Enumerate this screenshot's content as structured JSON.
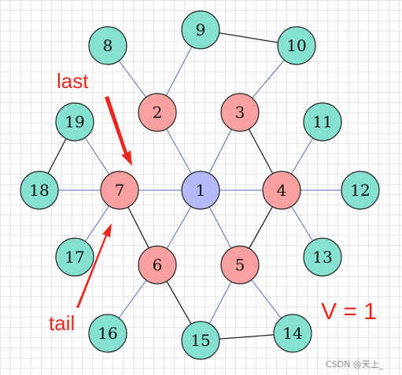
{
  "colors": {
    "teal": "#85e0cf",
    "pink": "#f9a0a0",
    "blue": "#b3baf7",
    "edge_blue": "#5c6bb5",
    "edge_black": "#222222",
    "node_stroke": "#222222",
    "annotation_red": "#e8281e"
  },
  "nodes": [
    {
      "id": "1",
      "label": "1",
      "color": "blue"
    },
    {
      "id": "2",
      "label": "2",
      "color": "pink"
    },
    {
      "id": "3",
      "label": "3",
      "color": "pink"
    },
    {
      "id": "4",
      "label": "4",
      "color": "pink"
    },
    {
      "id": "5",
      "label": "5",
      "color": "pink"
    },
    {
      "id": "6",
      "label": "6",
      "color": "pink"
    },
    {
      "id": "7",
      "label": "7",
      "color": "pink"
    },
    {
      "id": "8",
      "label": "8",
      "color": "teal"
    },
    {
      "id": "9",
      "label": "9",
      "color": "teal"
    },
    {
      "id": "10",
      "label": "10",
      "color": "teal"
    },
    {
      "id": "11",
      "label": "11",
      "color": "teal"
    },
    {
      "id": "12",
      "label": "12",
      "color": "teal"
    },
    {
      "id": "13",
      "label": "13",
      "color": "teal"
    },
    {
      "id": "14",
      "label": "14",
      "color": "teal"
    },
    {
      "id": "15",
      "label": "15",
      "color": "teal"
    },
    {
      "id": "16",
      "label": "16",
      "color": "teal"
    },
    {
      "id": "17",
      "label": "17",
      "color": "teal"
    },
    {
      "id": "18",
      "label": "18",
      "color": "teal"
    },
    {
      "id": "19",
      "label": "19",
      "color": "teal"
    }
  ],
  "edges": [
    {
      "from": "1",
      "to": "2",
      "color": "edge_blue"
    },
    {
      "from": "1",
      "to": "3",
      "color": "edge_blue"
    },
    {
      "from": "1",
      "to": "4",
      "color": "edge_blue"
    },
    {
      "from": "1",
      "to": "5",
      "color": "edge_blue"
    },
    {
      "from": "1",
      "to": "6",
      "color": "edge_blue"
    },
    {
      "from": "1",
      "to": "7",
      "color": "edge_blue"
    },
    {
      "from": "2",
      "to": "8",
      "color": "edge_blue"
    },
    {
      "from": "2",
      "to": "9",
      "color": "edge_blue"
    },
    {
      "from": "9",
      "to": "10",
      "color": "edge_black"
    },
    {
      "from": "3",
      "to": "10",
      "color": "edge_blue"
    },
    {
      "from": "3",
      "to": "4",
      "color": "edge_black"
    },
    {
      "from": "4",
      "to": "11",
      "color": "edge_blue"
    },
    {
      "from": "4",
      "to": "12",
      "color": "edge_blue"
    },
    {
      "from": "4",
      "to": "13",
      "color": "edge_blue"
    },
    {
      "from": "4",
      "to": "5",
      "color": "edge_black"
    },
    {
      "from": "5",
      "to": "14",
      "color": "edge_blue"
    },
    {
      "from": "5",
      "to": "15",
      "color": "edge_blue"
    },
    {
      "from": "14",
      "to": "15",
      "color": "edge_black"
    },
    {
      "from": "6",
      "to": "15",
      "color": "edge_black"
    },
    {
      "from": "6",
      "to": "16",
      "color": "edge_blue"
    },
    {
      "from": "6",
      "to": "7",
      "color": "edge_black"
    },
    {
      "from": "7",
      "to": "17",
      "color": "edge_blue"
    },
    {
      "from": "7",
      "to": "18",
      "color": "edge_blue"
    },
    {
      "from": "7",
      "to": "19",
      "color": "edge_blue"
    },
    {
      "from": "18",
      "to": "19",
      "color": "edge_black"
    }
  ],
  "annotations": {
    "last": "last",
    "tail": "tail",
    "v_equals": "V = 1"
  },
  "watermark": "CSDN @天上_"
}
